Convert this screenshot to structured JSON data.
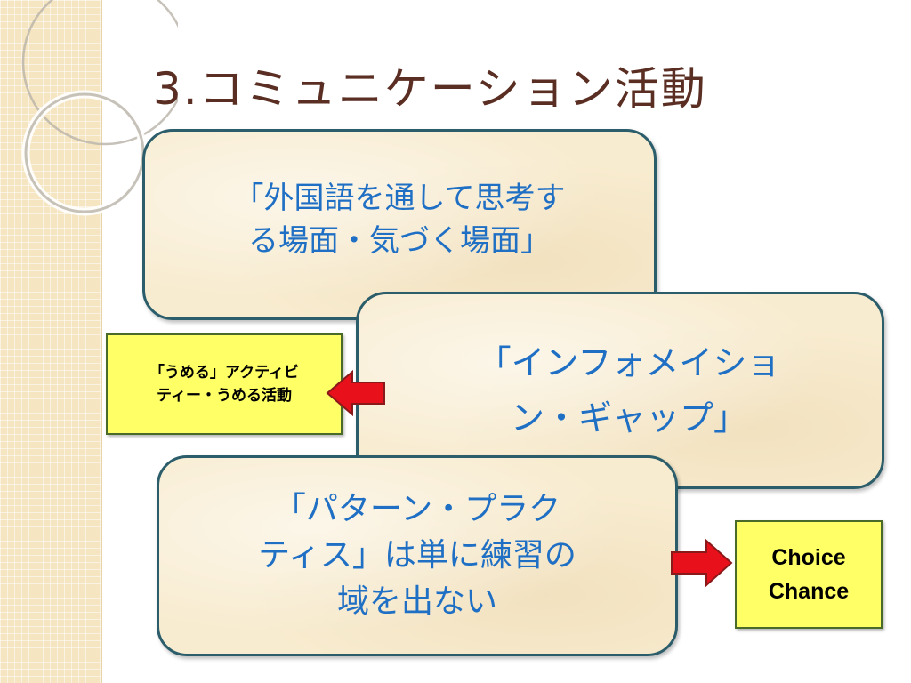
{
  "slide": {
    "title": "3.コミュニケーション活動"
  },
  "boxes": {
    "box1": {
      "line1": "「外国語を通して思考す",
      "line2": "る場面・気づく場面」"
    },
    "box2": {
      "line1": "「インフォメイショ",
      "line2": "ン・ギャップ」"
    },
    "box3": {
      "line1": "「パターン・プラク",
      "line2": "ティス」は単に練習の",
      "line3": "域を出ない"
    }
  },
  "notes": {
    "umeru": {
      "line1": "「うめる」アクティビ",
      "line2": "ティー・うめる活動"
    },
    "choice": {
      "line1": "Choice",
      "line2": "Chance"
    }
  },
  "colors": {
    "title": "#5a2e22",
    "box_text": "#1f6fc4",
    "box_border": "#2b5d6b",
    "note_fill": "#ffff66",
    "arrow_fill": "#e8101a"
  }
}
